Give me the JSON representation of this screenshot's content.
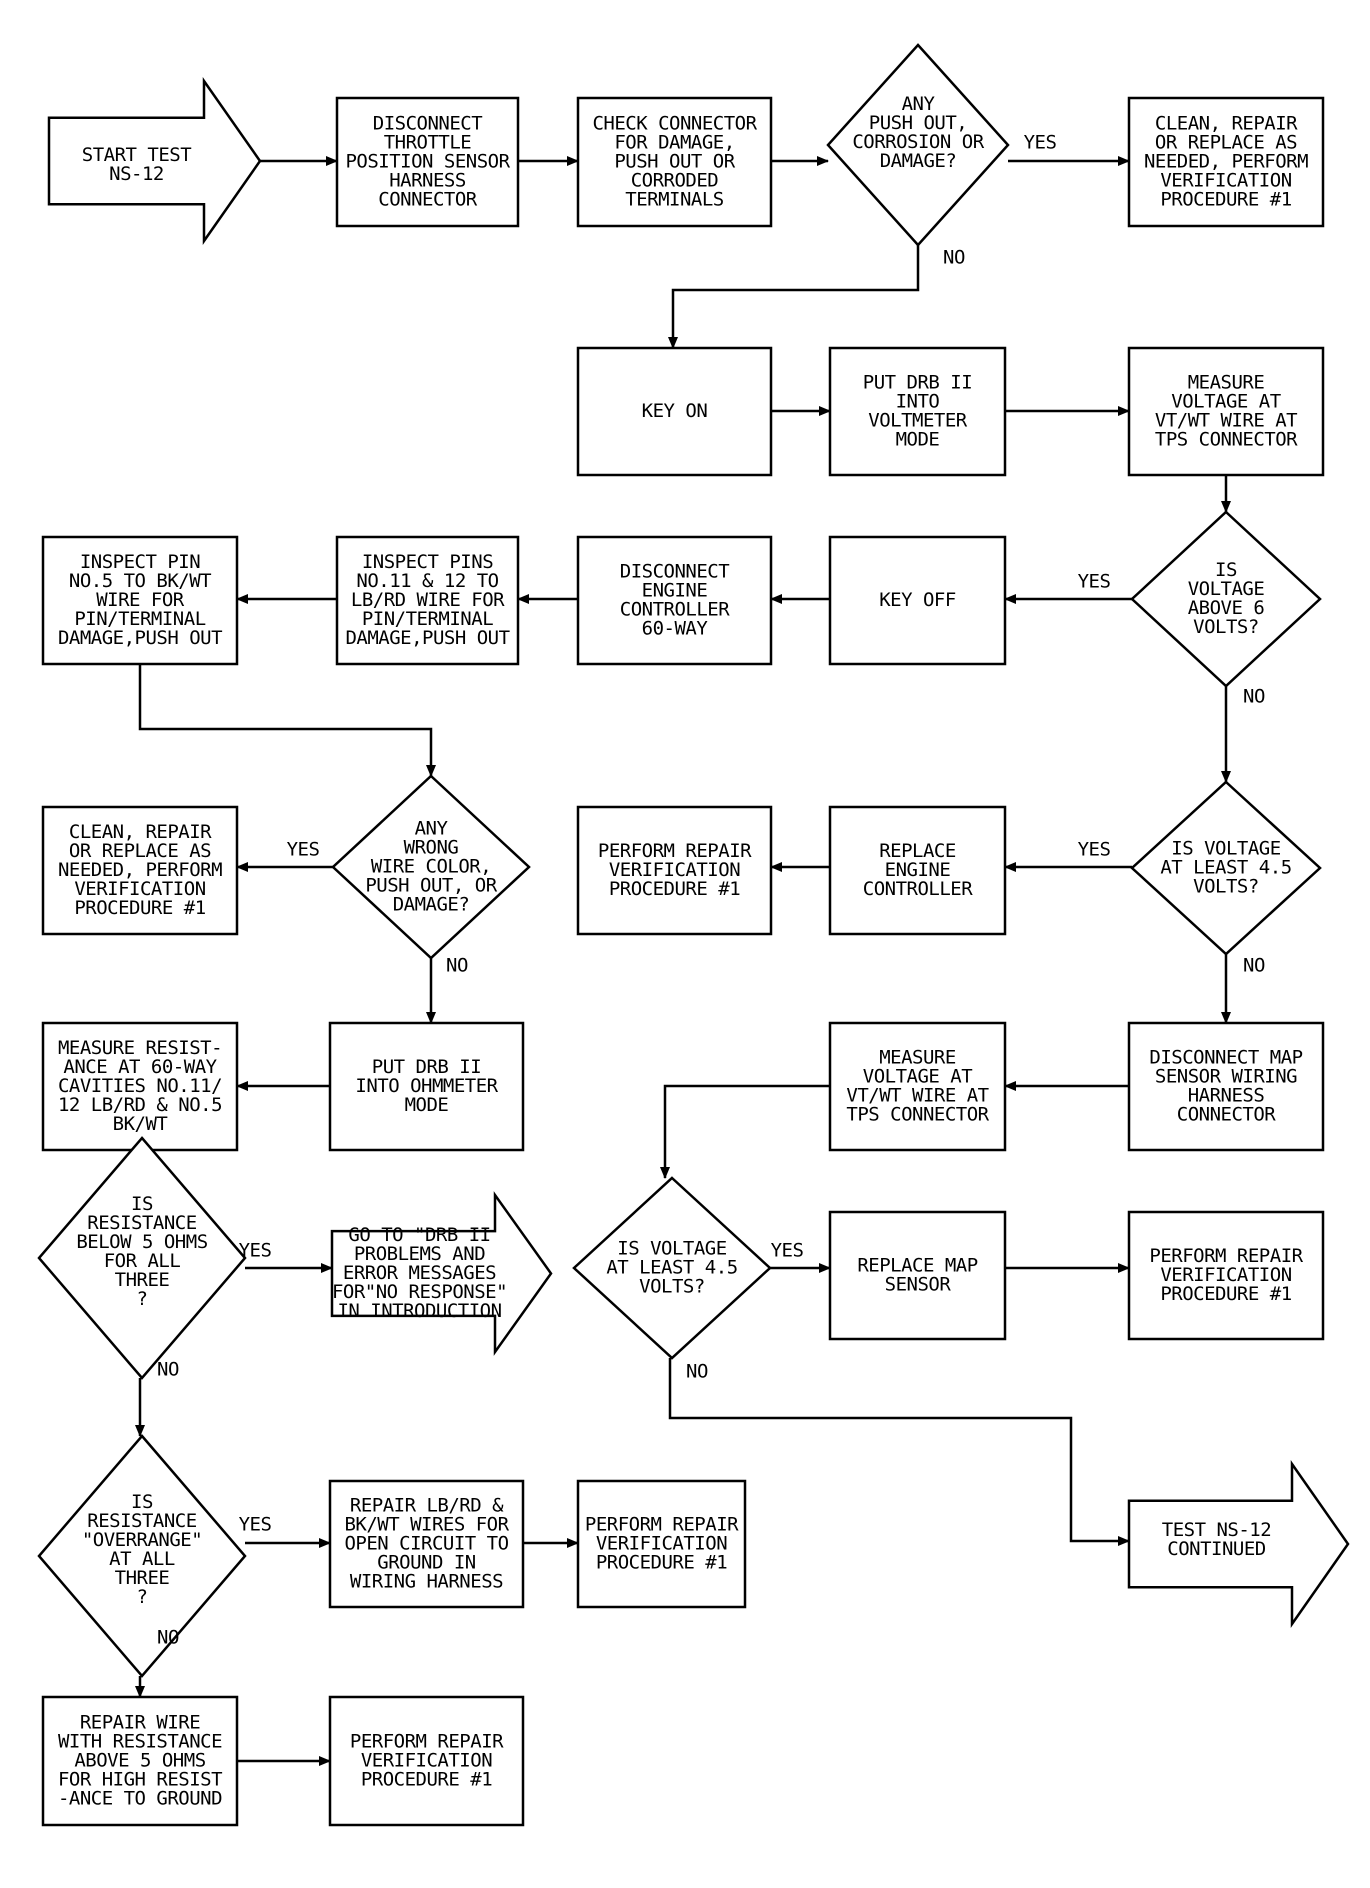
{
  "nodes": {
    "start": {
      "lines": [
        "START TEST",
        "NS-12"
      ]
    },
    "disc_tps": {
      "lines": [
        "DISCONNECT",
        "THROTTLE",
        "POSITION SENSOR",
        "HARNESS",
        "CONNECTOR"
      ]
    },
    "check_conn": {
      "lines": [
        "CHECK CONNECTOR",
        "FOR DAMAGE,",
        "PUSH OUT OR",
        "CORRODED",
        "TERMINALS"
      ]
    },
    "d_pushout": {
      "lines": [
        "ANY",
        "PUSH OUT,",
        "CORROSION OR",
        "DAMAGE?"
      ]
    },
    "clean1": {
      "lines": [
        "CLEAN, REPAIR",
        "OR REPLACE AS",
        "NEEDED, PERFORM",
        "VERIFICATION",
        "PROCEDURE #1"
      ]
    },
    "key_on": {
      "lines": [
        "KEY ON"
      ]
    },
    "drb_volt": {
      "lines": [
        "PUT DRB II",
        "INTO",
        "VOLTMETER",
        "MODE"
      ]
    },
    "meas_volt1": {
      "lines": [
        "MEASURE",
        "VOLTAGE AT",
        "VT/WT WIRE AT",
        "TPS CONNECTOR"
      ]
    },
    "d_above6": {
      "lines": [
        "IS",
        "VOLTAGE",
        "ABOVE 6",
        "VOLTS?"
      ]
    },
    "key_off": {
      "lines": [
        "KEY OFF"
      ]
    },
    "disc_ecm": {
      "lines": [
        "DISCONNECT",
        "ENGINE",
        "CONTROLLER",
        "60-WAY"
      ]
    },
    "insp_pins": {
      "lines": [
        "INSPECT PINS",
        "NO.11 & 12 TO",
        "LB/RD WIRE FOR",
        "PIN/TERMINAL",
        "DAMAGE,PUSH OUT"
      ]
    },
    "insp_pin5": {
      "lines": [
        "INSPECT PIN",
        "NO.5 TO BK/WT",
        "WIRE FOR",
        "PIN/TERMINAL",
        "DAMAGE,PUSH OUT"
      ]
    },
    "d_wrong": {
      "lines": [
        "ANY",
        "WRONG",
        "WIRE COLOR,",
        "PUSH OUT, OR",
        "DAMAGE?"
      ]
    },
    "clean2": {
      "lines": [
        "CLEAN, REPAIR",
        "OR REPLACE AS",
        "NEEDED, PERFORM",
        "VERIFICATION",
        "PROCEDURE #1"
      ]
    },
    "perform1": {
      "lines": [
        "PERFORM REPAIR",
        "VERIFICATION",
        "PROCEDURE #1"
      ]
    },
    "replace_ecm": {
      "lines": [
        "REPLACE",
        "ENGINE",
        "CONTROLLER"
      ]
    },
    "d_45a": {
      "lines": [
        "IS VOLTAGE",
        "AT LEAST 4.5",
        "VOLTS?"
      ]
    },
    "measure_res": {
      "lines": [
        "MEASURE RESIST-",
        "ANCE AT 60-WAY",
        "CAVITIES NO.11/",
        "12 LB/RD & NO.5",
        "BK/WT"
      ]
    },
    "drb_ohm": {
      "lines": [
        "PUT DRB II",
        "INTO OHMMETER",
        "MODE"
      ]
    },
    "meas_volt2": {
      "lines": [
        "MEASURE",
        "VOLTAGE AT",
        "VT/WT WIRE AT",
        "TPS CONNECTOR"
      ]
    },
    "disc_map": {
      "lines": [
        "DISCONNECT MAP",
        "SENSOR WIRING",
        "HARNESS",
        "CONNECTOR"
      ]
    },
    "d_below5": {
      "lines": [
        "IS",
        "RESISTANCE",
        "BELOW 5 OHMS",
        "FOR ALL",
        "THREE",
        "?"
      ]
    },
    "goto_drb": {
      "lines": [
        "GO TO \"DRB II",
        "PROBLEMS AND",
        "ERROR MESSAGES",
        "FOR\"NO RESPONSE\"",
        "IN INTRODUCTION"
      ]
    },
    "d_45b": {
      "lines": [
        "IS VOLTAGE",
        "AT LEAST 4.5",
        "VOLTS?"
      ]
    },
    "replace_map": {
      "lines": [
        "REPLACE MAP",
        "SENSOR"
      ]
    },
    "perform2": {
      "lines": [
        "PERFORM REPAIR",
        "VERIFICATION",
        "PROCEDURE #1"
      ]
    },
    "d_overrange": {
      "lines": [
        "IS",
        "RESISTANCE",
        "\"OVERRANGE\"",
        "AT ALL",
        "THREE",
        "?"
      ]
    },
    "repair_lb": {
      "lines": [
        "REPAIR LB/RD &",
        "BK/WT WIRES FOR",
        "OPEN CIRCUIT TO",
        "GROUND IN",
        "WIRING HARNESS"
      ]
    },
    "perform3": {
      "lines": [
        "PERFORM REPAIR",
        "VERIFICATION",
        "PROCEDURE #1"
      ]
    },
    "test_cont": {
      "lines": [
        "TEST NS-12",
        "CONTINUED"
      ]
    },
    "repair_wire": {
      "lines": [
        "REPAIR WIRE",
        "WITH RESISTANCE",
        "ABOVE 5 OHMS",
        "FOR HIGH RESIST",
        "-ANCE TO GROUND"
      ]
    },
    "perform4": {
      "lines": [
        "PERFORM REPAIR",
        "VERIFICATION",
        "PROCEDURE #1"
      ]
    }
  },
  "edge_labels": {
    "yes_pushout": "YES",
    "no_pushout": "NO",
    "yes_above6": "YES",
    "no_above6": "NO",
    "yes_wrong": "YES",
    "no_wrong": "NO",
    "yes_45a": "YES",
    "no_45a": "NO",
    "yes_below5": "YES",
    "no_below5": "NO",
    "yes_45b": "YES",
    "no_45b": "NO",
    "yes_overrange": "YES",
    "no_overrange": "NO"
  }
}
